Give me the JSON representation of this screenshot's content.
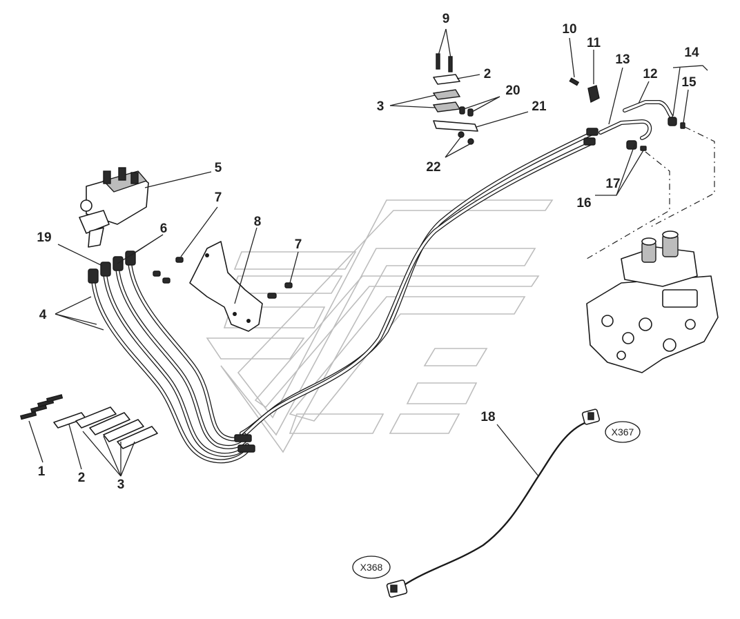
{
  "diagram": {
    "callouts": {
      "c1": "1",
      "c2a": "2",
      "c2b": "2",
      "c3a": "3",
      "c3b": "3",
      "c4": "4",
      "c5": "5",
      "c6": "6",
      "c7a": "7",
      "c7b": "7",
      "c8": "8",
      "c9": "9",
      "c10": "10",
      "c11": "11",
      "c12": "12",
      "c13": "13",
      "c14": "14",
      "c15": "15",
      "c16": "16",
      "c17": "17",
      "c18": "18",
      "c19": "19",
      "c20": "20",
      "c21": "21",
      "c22": "22"
    },
    "connectors": {
      "x367": "X367",
      "x368": "X368"
    }
  }
}
